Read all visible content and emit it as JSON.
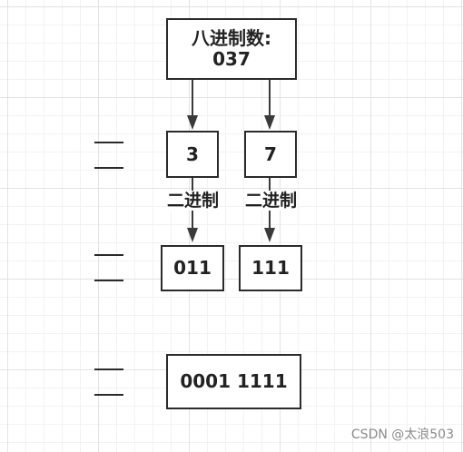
{
  "diagram": {
    "octal_box": {
      "line1": "八进制数:",
      "line2": "037"
    },
    "digit_boxes": [
      "3",
      "7"
    ],
    "conversion_label": "二进制",
    "binary_boxes": [
      "011",
      "111"
    ],
    "result_box": "0001 1111"
  },
  "watermark": "CSDN @太浪503"
}
